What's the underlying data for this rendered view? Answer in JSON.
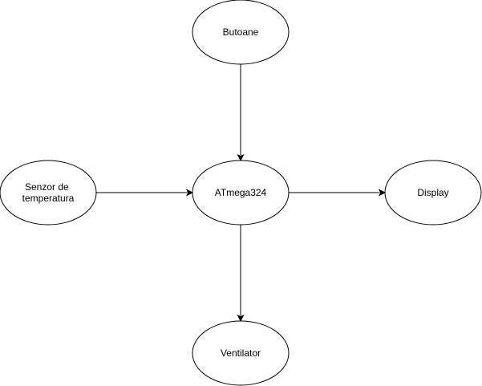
{
  "nodes": [
    {
      "id": "butoane",
      "lines": [
        "Butoane"
      ]
    },
    {
      "id": "senzor",
      "lines": [
        "Senzor de",
        "temperatura"
      ]
    },
    {
      "id": "atmega",
      "lines": [
        "ATmega324"
      ]
    },
    {
      "id": "display",
      "lines": [
        "Display"
      ]
    },
    {
      "id": "ventilator",
      "lines": [
        "Ventilator"
      ]
    }
  ],
  "edges": [
    {
      "from": "butoane",
      "to": "atmega"
    },
    {
      "from": "senzor",
      "to": "atmega"
    },
    {
      "from": "atmega",
      "to": "display"
    },
    {
      "from": "atmega",
      "to": "ventilator"
    }
  ]
}
